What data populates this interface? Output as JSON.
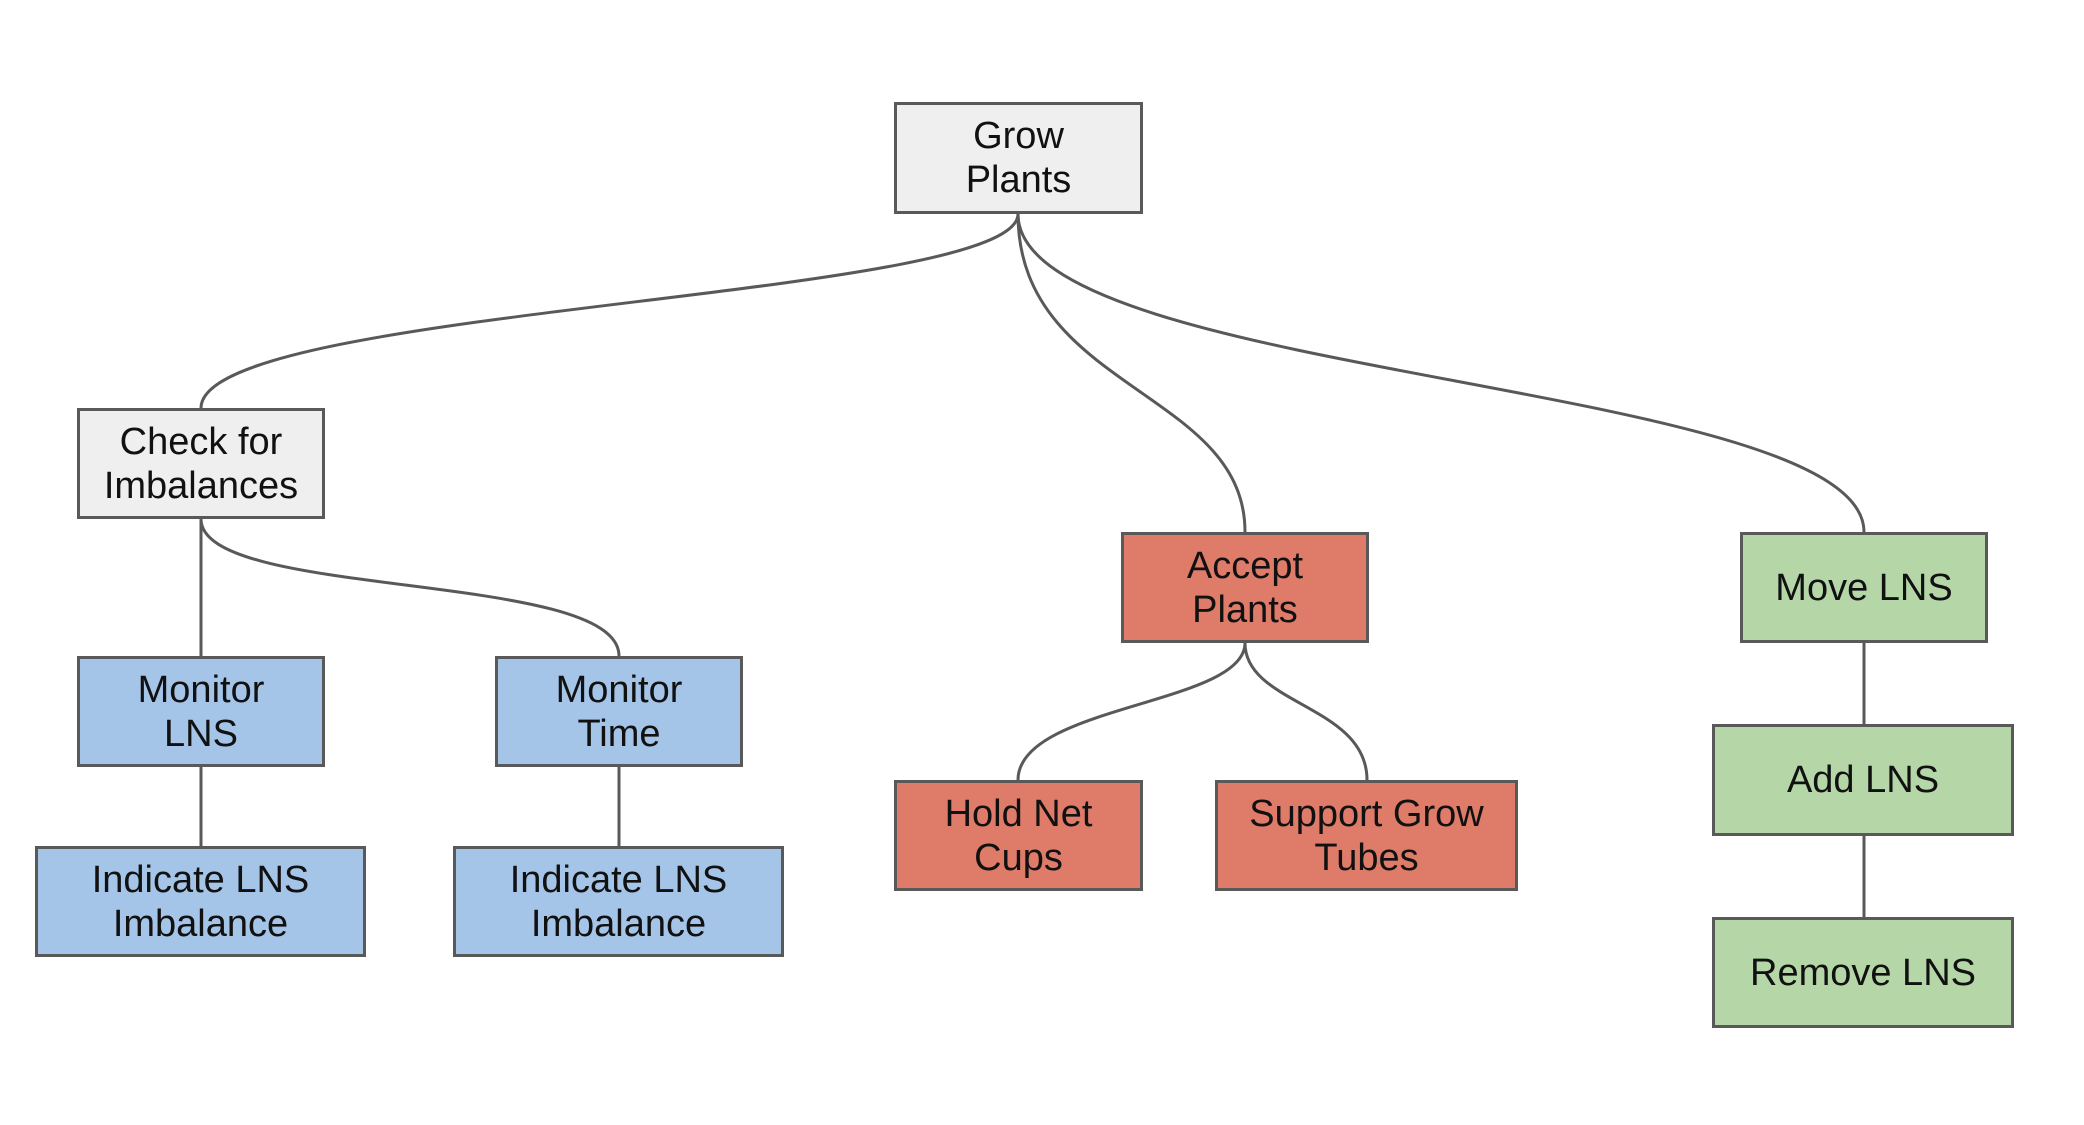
{
  "diagram": {
    "nodes": {
      "grow_plants": {
        "label": "Grow\nPlants"
      },
      "check_imbalances": {
        "label": "Check for\nImbalances"
      },
      "accept_plants": {
        "label": "Accept\nPlants"
      },
      "move_lns": {
        "label": "Move LNS"
      },
      "monitor_lns": {
        "label": "Monitor\nLNS"
      },
      "monitor_time": {
        "label": "Monitor\nTime"
      },
      "indicate_lns_imbalance_1": {
        "label": "Indicate LNS\nImbalance"
      },
      "indicate_lns_imbalance_2": {
        "label": "Indicate LNS\nImbalance"
      },
      "hold_net_cups": {
        "label": "Hold Net\nCups"
      },
      "support_grow_tubes": {
        "label": "Support Grow\nTubes"
      },
      "add_lns": {
        "label": "Add LNS"
      },
      "remove_lns": {
        "label": "Remove LNS"
      }
    },
    "colors": {
      "gray": "#efefef",
      "blue": "#a4c4e8",
      "red": "#de7b69",
      "green": "#b5d7a8",
      "border": "#595959",
      "connector": "#595959"
    }
  }
}
